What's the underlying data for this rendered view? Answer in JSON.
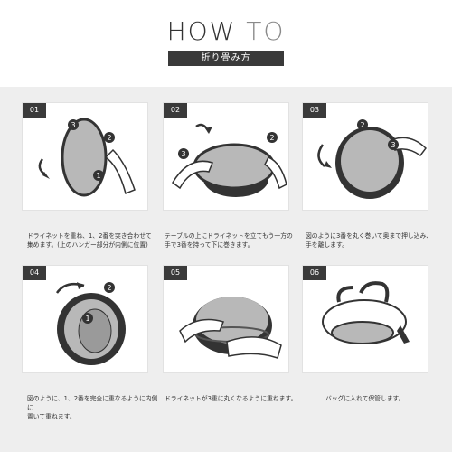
{
  "header": {
    "title_main": "HOW",
    "title_accent": "TO",
    "subtitle": "折り畳み方"
  },
  "steps": [
    {
      "number": "01",
      "caption_line1": "ドライネットを重ね、1、2番を突き合わせて",
      "caption_line2": "集めます。(上のハンガー部分が内側に位置)"
    },
    {
      "number": "02",
      "caption_line1": "テーブルの上にドライネットを立てもう一方の",
      "caption_line2": "手で3番を持って下に巻きます。"
    },
    {
      "number": "03",
      "caption_line1": "図のように3番を丸く巻いて奥まで押し込み、",
      "caption_line2": "手を離します。"
    },
    {
      "number": "04",
      "caption_line1": "図のように、1、2番を完全に重なるように内側に",
      "caption_line2": "置いて重ねます。"
    },
    {
      "number": "05",
      "caption_line1": "ドライネットが3重に丸くなるように重ねます。",
      "caption_line2": ""
    },
    {
      "number": "06",
      "caption_line1": "バッグに入れて保管します。",
      "caption_line2": ""
    }
  ],
  "markers": {
    "one": "1",
    "two": "2",
    "three": "3"
  },
  "colors": {
    "dark": "#3a3a3a",
    "panel": "#eeeeee",
    "mesh": "#b8b8b8"
  }
}
